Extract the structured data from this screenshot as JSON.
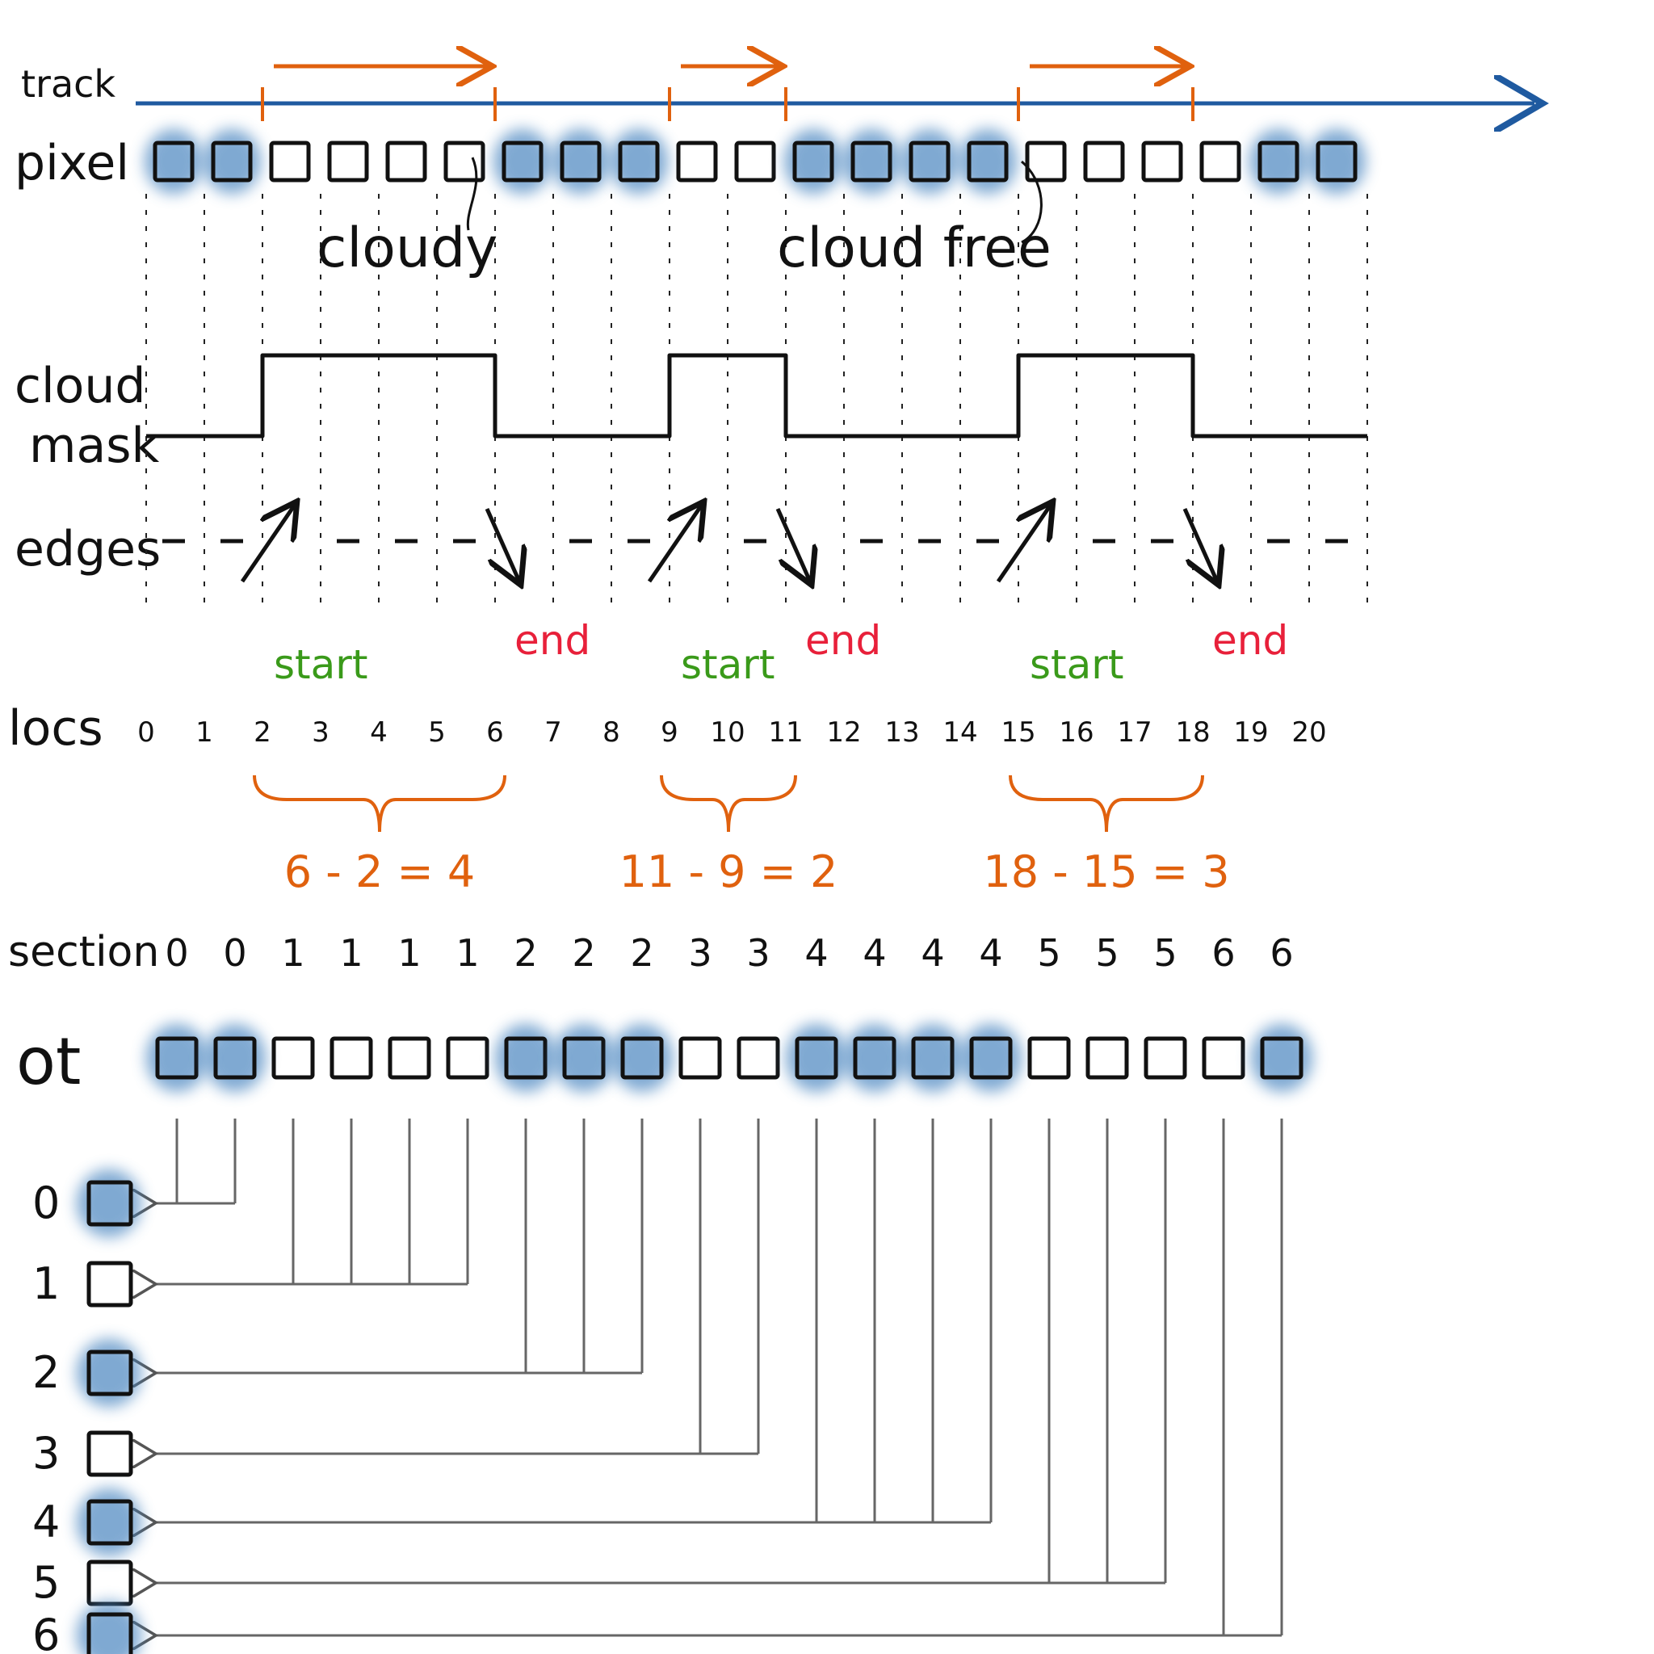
{
  "labels": {
    "track": "track",
    "pixel": "pixel",
    "cloudy": "cloudy",
    "cloud_free": "cloud free",
    "cloud_mask": [
      "cloud",
      "mask"
    ],
    "edges": "edges",
    "locs": "locs",
    "section": "section",
    "ot": "ot"
  },
  "colors": {
    "track_arrow": "#1f5aa0",
    "interval": "#e0610e",
    "cloud_fill": "#4a85c0",
    "start": "#3a9a1a",
    "end": "#e8203a",
    "ink": "#111111"
  },
  "pixels": [
    1,
    1,
    0,
    0,
    0,
    0,
    1,
    1,
    1,
    0,
    0,
    1,
    1,
    1,
    1,
    0,
    0,
    0,
    0,
    1,
    1
  ],
  "cloud_mask": [
    0,
    0,
    1,
    1,
    1,
    1,
    0,
    0,
    0,
    1,
    1,
    0,
    0,
    0,
    0,
    1,
    1,
    1,
    0,
    0,
    0
  ],
  "edges": [
    "-",
    "-",
    "up",
    "-",
    "-",
    "-",
    "down",
    "-",
    "-",
    "up",
    "-",
    "down",
    "-",
    "-",
    "-",
    "up",
    "-",
    "-",
    "down",
    "-",
    "-"
  ],
  "edge_labels": {
    "start": "start",
    "end": "end"
  },
  "locs": [
    "0",
    "1",
    "2",
    "3",
    "4",
    "5",
    "6",
    "7",
    "8",
    "9",
    "10",
    "11",
    "12",
    "13",
    "14",
    "15",
    "16",
    "17",
    "18",
    "19",
    "20"
  ],
  "intervals": [
    {
      "from": "2",
      "to": "6",
      "text": "6 - 2 = 4"
    },
    {
      "from": "9",
      "to": "11",
      "text": "11 - 9 = 2"
    },
    {
      "from": "15",
      "to": "18",
      "text": "18 - 15 = 3"
    }
  ],
  "section": [
    "0",
    "0",
    "1",
    "1",
    "1",
    "1",
    "2",
    "2",
    "2",
    "3",
    "3",
    "4",
    "4",
    "4",
    "4",
    "5",
    "5",
    "5",
    "6",
    "6"
  ],
  "groups": [
    {
      "label": "0",
      "cloudy": true
    },
    {
      "label": "1",
      "cloudy": false
    },
    {
      "label": "2",
      "cloudy": true
    },
    {
      "label": "3",
      "cloudy": false
    },
    {
      "label": "4",
      "cloudy": true
    },
    {
      "label": "5",
      "cloudy": false
    },
    {
      "label": "6",
      "cloudy": true
    }
  ]
}
